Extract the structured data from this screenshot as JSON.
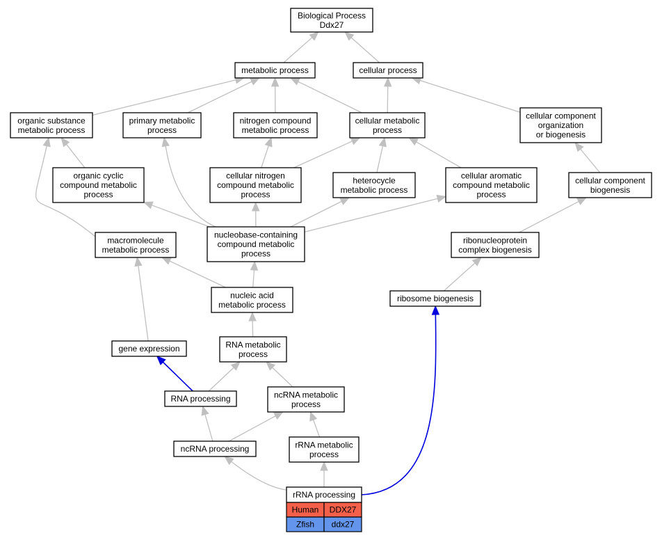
{
  "nodes": {
    "bp": [
      "Biological Process",
      "Ddx27"
    ],
    "metabolic": [
      "metabolic process"
    ],
    "cellular": [
      "cellular process"
    ],
    "organic_sub": [
      "organic substance",
      "metabolic process"
    ],
    "primary": [
      "primary metabolic",
      "process"
    ],
    "nitrogen": [
      "nitrogen compound",
      "metabolic process"
    ],
    "cell_metab": [
      "cellular metabolic",
      "process"
    ],
    "ccob": [
      "cellular component",
      "organization",
      "or biogenesis"
    ],
    "organic_cyclic": [
      "organic cyclic",
      "compound metabolic",
      "process"
    ],
    "cell_nitrogen": [
      "cellular nitrogen",
      "compound metabolic",
      "process"
    ],
    "heterocycle": [
      "heterocycle",
      "metabolic process"
    ],
    "cell_aromatic": [
      "cellular aromatic",
      "compound metabolic",
      "process"
    ],
    "ccb": [
      "cellular component",
      "biogenesis"
    ],
    "macromolecule": [
      "macromolecule",
      "metabolic process"
    ],
    "nucleobase": [
      "nucleobase-containing",
      "compound metabolic",
      "process"
    ],
    "rnp": [
      "ribonucleoprotein",
      "complex biogenesis"
    ],
    "nucleic": [
      "nucleic acid",
      "metabolic process"
    ],
    "ribosome": [
      "ribosome biogenesis"
    ],
    "gene_expr": [
      "gene expression"
    ],
    "rna_metab": [
      "RNA metabolic",
      "process"
    ],
    "rna_proc": [
      "RNA processing"
    ],
    "ncrna_metab": [
      "ncRNA metabolic",
      "process"
    ],
    "ncrna_proc": [
      "ncRNA processing"
    ],
    "rrna_metab": [
      "rRNA metabolic",
      "process"
    ],
    "rrna_proc": [
      "rRNA processing"
    ]
  },
  "orthologs": [
    {
      "species": "Human",
      "gene": "DDX27",
      "color": "#f4604a"
    },
    {
      "species": "Zfish",
      "gene": "ddx27",
      "color": "#6495ed"
    }
  ],
  "colors": {
    "edge": "#c0c0c0",
    "highlight_edge": "#0000dd"
  }
}
